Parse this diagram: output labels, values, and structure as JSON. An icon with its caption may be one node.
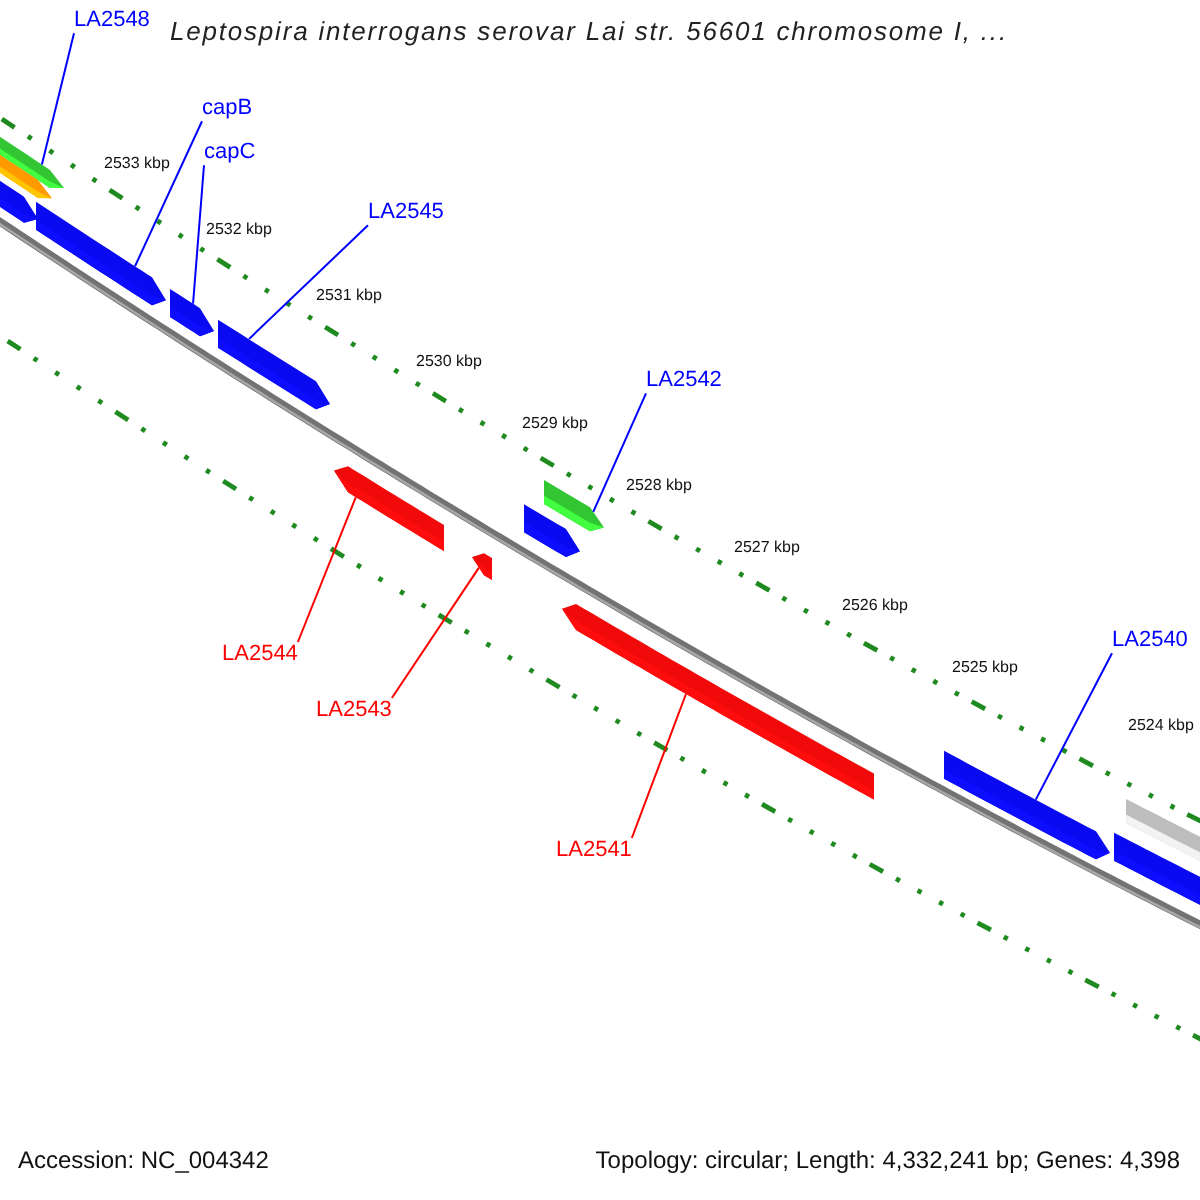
{
  "diagram": {
    "title": "Leptospira interrogans serovar Lai str. 56601 chromosome I, ...",
    "nodes": [
      {
        "text": [
          "LA2548"
        ]
      },
      {
        "text": [
          "capB"
        ]
      },
      {
        "text": [
          "capC"
        ]
      },
      {
        "text": [
          "LA2545"
        ]
      },
      {
        "text": [
          "LA2542"
        ]
      },
      {
        "text": [
          "LA2544"
        ]
      },
      {
        "text": [
          "LA2543"
        ]
      },
      {
        "text": [
          "LA2541"
        ]
      },
      {
        "text": [
          "LA2540"
        ]
      },
      {
        "text": [],
        "shape": "bar"
      },
      {
        "text": [],
        "shape": "bar"
      },
      {
        "text": [],
        "shape": "bar"
      },
      {
        "text": [],
        "shape": "bar"
      },
      {
        "text": [],
        "shape": "bar"
      },
      {
        "text": [],
        "shape": "bar"
      },
      {
        "text": [],
        "shape": "bar"
      },
      {
        "text": [],
        "shape": "bar"
      },
      {
        "text": [],
        "shape": "bar"
      },
      {
        "text": [],
        "shape": "bar"
      },
      {
        "text": [],
        "shape": "bar"
      },
      {
        "text": [],
        "shape": "bar"
      },
      {
        "text": [],
        "shape": "bar"
      },
      {
        "text": [],
        "shape": "bar"
      }
    ],
    "edges": [
      {
        "from": 0,
        "to": 9,
        "arrow": "none"
      },
      {
        "from": 1,
        "to": 12,
        "arrow": "none"
      },
      {
        "from": 2,
        "to": 13,
        "arrow": "none"
      },
      {
        "from": 3,
        "to": 14,
        "arrow": "none"
      },
      {
        "from": 4,
        "to": 18,
        "arrow": "none"
      },
      {
        "from": 5,
        "to": 15,
        "arrow": "none",
        "color": "#ff0000"
      },
      {
        "from": 6,
        "to": 16,
        "arrow": "none",
        "color": "#ff0000"
      },
      {
        "from": 7,
        "to": 19,
        "arrow": "none",
        "color": "#ff0000"
      },
      {
        "from": 8,
        "to": 20,
        "arrow": "none"
      }
    ],
    "labels": [
      "2533 kbp",
      "2532 kbp",
      "2531 kbp",
      "2530 kbp",
      "2529 kbp",
      "2528 kbp",
      "2527 kbp",
      "2526 kbp",
      "2525 kbp",
      "2524 kbp",
      "Accession: NC_004342",
      "Topology: circular; Length: 4,332,241 bp; Genes: 4,398"
    ]
  }
}
